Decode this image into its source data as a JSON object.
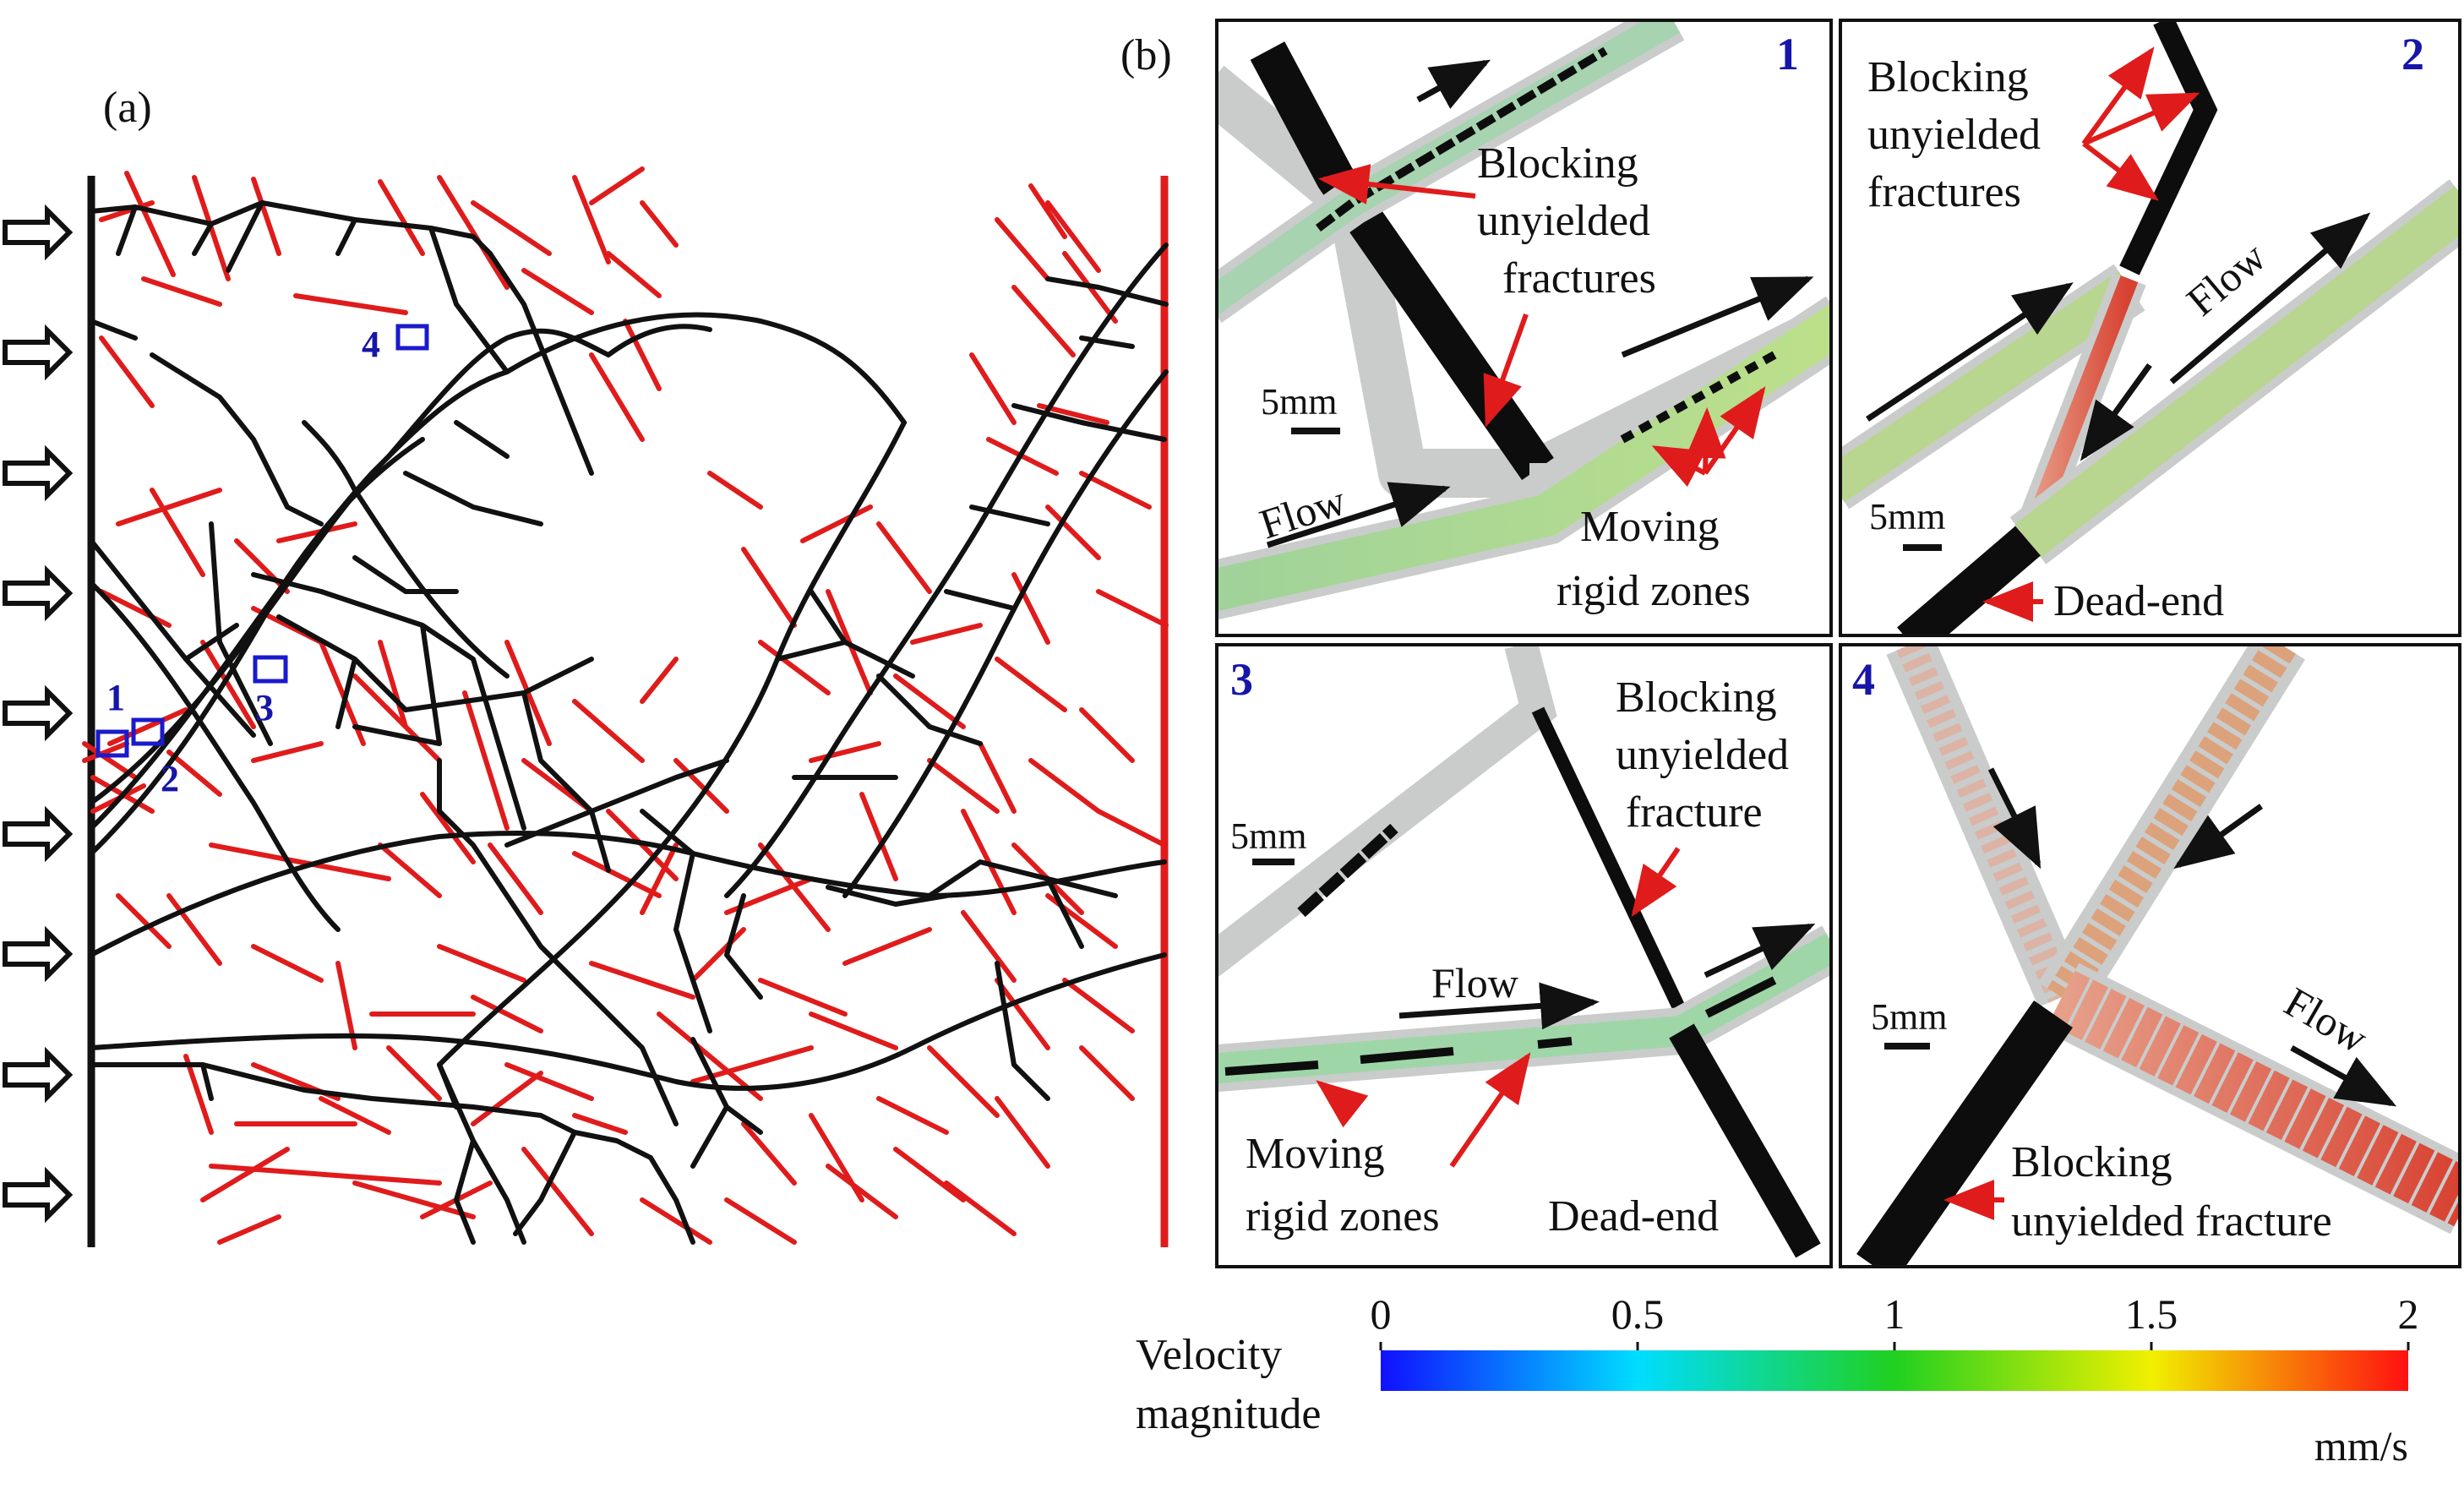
{
  "panel_a": {
    "label": "(a)",
    "markers": [
      "1",
      "2",
      "3",
      "4"
    ]
  },
  "panel_b": {
    "label": "(b)",
    "subpanels": [
      {
        "number": "1",
        "scale": "5mm",
        "annotations": {
          "blocking_line1": "Blocking",
          "blocking_line2": "unyielded",
          "blocking_line3": "fractures",
          "flow": "Flow",
          "moving_line1": "Moving",
          "moving_line2": "rigid zones"
        }
      },
      {
        "number": "2",
        "scale": "5mm",
        "annotations": {
          "blocking_line1": "Blocking",
          "blocking_line2": "unyielded",
          "blocking_line3": "fractures",
          "flow": "Flow",
          "deadend": "Dead-end"
        }
      },
      {
        "number": "3",
        "scale": "5mm",
        "annotations": {
          "blocking_line1": "Blocking",
          "blocking_line2": "unyielded",
          "blocking_line3": "fracture",
          "flow": "Flow",
          "moving_line1": "Moving",
          "moving_line2": "rigid zones",
          "deadend": "Dead-end"
        }
      },
      {
        "number": "4",
        "scale": "5mm",
        "annotations": {
          "flow": "Flow",
          "blocking_line1": "Blocking",
          "blocking_line2": "unyielded fracture"
        }
      }
    ]
  },
  "colorbar": {
    "title_line1": "Velocity",
    "title_line2": "magnitude",
    "ticks": [
      "0",
      "0.5",
      "1",
      "1.5",
      "2"
    ],
    "unit": "mm/s"
  },
  "colors": {
    "open_fracture": "#111111",
    "dead_fracture": "#e01b1b",
    "marker": "#1a1acc",
    "gel_fill": "#d0d3d1",
    "annotation_arrow": "#e01b1b"
  }
}
